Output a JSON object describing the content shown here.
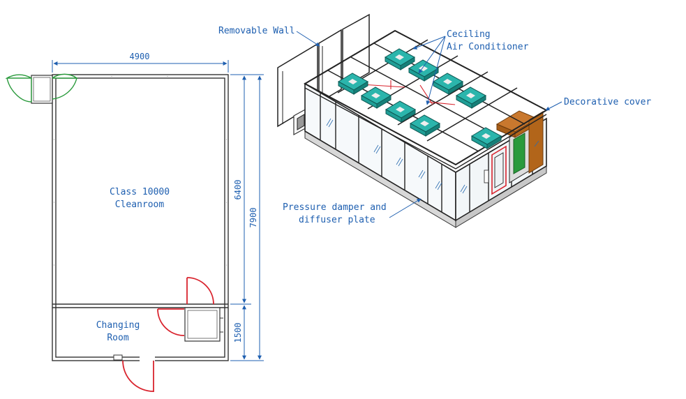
{
  "floor_plan": {
    "dimensions": {
      "width": "4900",
      "cleanroom_height": "6400",
      "total_height": "7900",
      "changing_room_height": "1500"
    },
    "rooms": {
      "cleanroom_line1": "Class 10000",
      "cleanroom_line2": "Cleanroom",
      "changing_line1": "Changing",
      "changing_line2": "Room"
    }
  },
  "isometric": {
    "callouts": {
      "removable_wall": "Removable Wall",
      "ceiling_line1": "Ceciling",
      "ceiling_line2": "Air Conditioner",
      "decorative_cover": "Decorative cover",
      "pressure_line1": "Pressure damper and",
      "pressure_line2": "diffuser plate"
    }
  },
  "colors": {
    "annotation_blue": "#1e5fb0",
    "door_red": "#d9232d",
    "ac_teal": "#1f9e96",
    "cover_brown": "#b2651a",
    "door_green": "#2a9a3c",
    "frame_dark": "#333333"
  }
}
